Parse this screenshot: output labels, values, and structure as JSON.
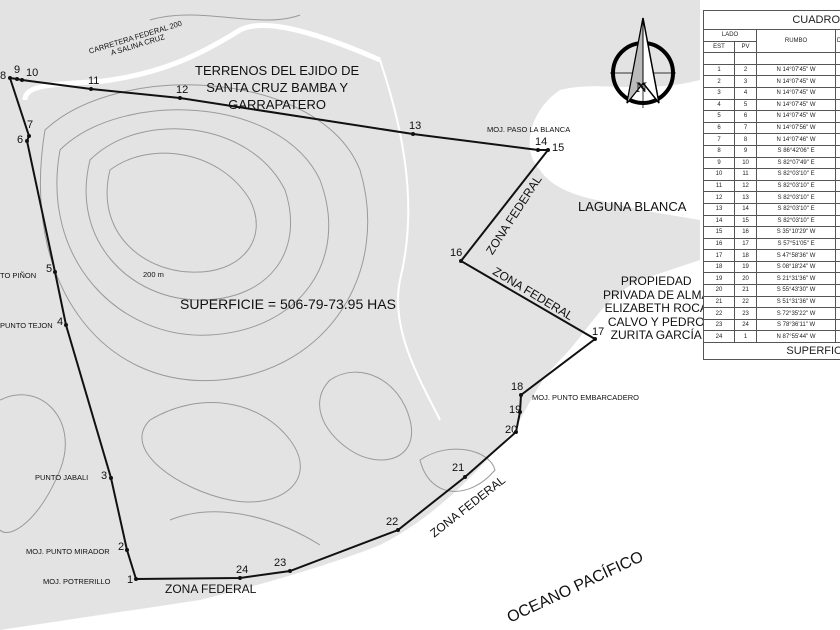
{
  "map": {
    "road_label": [
      "CARRETERA FEDERAL 200",
      "A SALINA CRUZ"
    ],
    "north_title": [
      "TERRENOS DEL EJIDO DE",
      "SANTA CRUZ BAMBA Y",
      "GARRAPATERO"
    ],
    "lagoon": "LAGUNA BLANCA",
    "property": [
      "PROPIEDAD",
      "PRIVADA DE ALMA",
      "ELIZABETH ROCA",
      "CALVO Y PEDRO",
      "ZURITA GARCÍA"
    ],
    "area_label": "SUPERFICIE = 506-79-73.95 HAS",
    "contour_label": "200 m",
    "ocean": "OCEANO PACÍFICO",
    "zona_federal": "ZONA FEDERAL",
    "compass_letter": "N",
    "landmarks": {
      "paso_la_blanca": "MOJ. PASO LA BLANCA",
      "embarcadero": "MOJ. PUNTO EMBARCADERO",
      "pinon": "TO PIÑON",
      "tejon": "PUNTO TEJON",
      "jabali": "PUNTO JABALI",
      "mirador": "MOJ. PUNTO MIRADOR",
      "potrerillo": "MOJ. POTRERILLO"
    },
    "vertices": [
      "1",
      "2",
      "3",
      "4",
      "5",
      "6",
      "7",
      "8",
      "9",
      "10",
      "11",
      "12",
      "13",
      "14",
      "15",
      "16",
      "17",
      "18",
      "19",
      "20",
      "21",
      "22",
      "23",
      "24"
    ],
    "colors": {
      "land": "#e3e3e3",
      "contour": "#9a9a9a",
      "boundary": "#111111",
      "water": "#ffffff"
    }
  },
  "table": {
    "title": "CUADRO",
    "lado": "LADO",
    "est": "EST",
    "pv": "PV",
    "rumbo": "RUMBO",
    "dist": "D",
    "rows": [
      {
        "est": "1",
        "pv": "2",
        "rumbo": "N 14°07'45\" W"
      },
      {
        "est": "2",
        "pv": "3",
        "rumbo": "N 14°07'45\" W"
      },
      {
        "est": "3",
        "pv": "4",
        "rumbo": "N 14°07'45\" W"
      },
      {
        "est": "4",
        "pv": "5",
        "rumbo": "N 14°07'45\" W"
      },
      {
        "est": "5",
        "pv": "6",
        "rumbo": "N 14°07'45\" W"
      },
      {
        "est": "6",
        "pv": "7",
        "rumbo": "N 14°07'56\" W"
      },
      {
        "est": "7",
        "pv": "8",
        "rumbo": "N 14°07'46\" W"
      },
      {
        "est": "8",
        "pv": "9",
        "rumbo": "S 86°42'06\" E"
      },
      {
        "est": "9",
        "pv": "10",
        "rumbo": "S 82°07'49\" E"
      },
      {
        "est": "10",
        "pv": "11",
        "rumbo": "S 82°03'10\" E"
      },
      {
        "est": "11",
        "pv": "12",
        "rumbo": "S 82°03'10\" E"
      },
      {
        "est": "12",
        "pv": "13",
        "rumbo": "S 82°03'10\" E"
      },
      {
        "est": "13",
        "pv": "14",
        "rumbo": "S 82°03'10\" E"
      },
      {
        "est": "14",
        "pv": "15",
        "rumbo": "S 82°03'10\" E"
      },
      {
        "est": "15",
        "pv": "16",
        "rumbo": "S 35°10'29\" W"
      },
      {
        "est": "16",
        "pv": "17",
        "rumbo": "S 57°51'05\" E"
      },
      {
        "est": "17",
        "pv": "18",
        "rumbo": "S 47°58'36\" W"
      },
      {
        "est": "18",
        "pv": "19",
        "rumbo": "S 08°18'24\" W"
      },
      {
        "est": "19",
        "pv": "20",
        "rumbo": "S 21°31'36\" W"
      },
      {
        "est": "20",
        "pv": "21",
        "rumbo": "S 55°43'30\" W"
      },
      {
        "est": "21",
        "pv": "22",
        "rumbo": "S 51°31'36\" W"
      },
      {
        "est": "22",
        "pv": "23",
        "rumbo": "S 72°35'22\" W"
      },
      {
        "est": "23",
        "pv": "24",
        "rumbo": "S 78°36'11\" W"
      },
      {
        "est": "24",
        "pv": "1",
        "rumbo": "N 87°55'44\" W"
      }
    ],
    "footer": "SUPERFIC"
  }
}
